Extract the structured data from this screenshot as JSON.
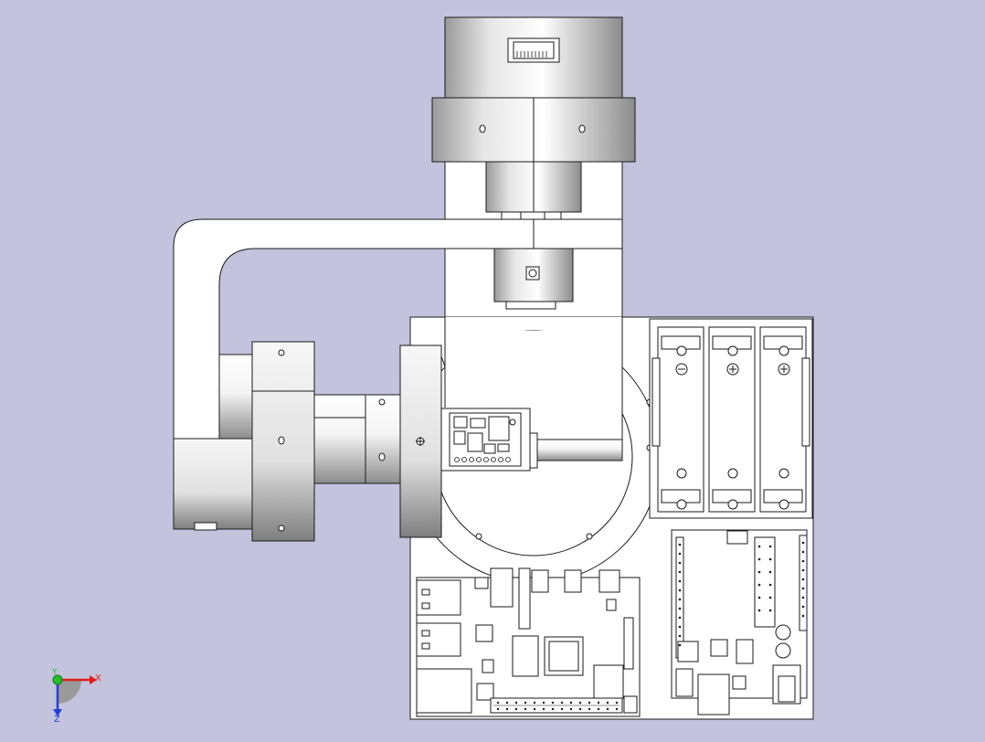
{
  "viewport": {
    "background_color": "#c3c3dd",
    "line_color": "#1a1a1a",
    "part_fill": "#ffffff",
    "shade_dark": "#8a8a8a"
  },
  "triad": {
    "x_label": "X",
    "y_label": "Y",
    "z_label": "Z",
    "x_color": "#e11b1b",
    "y_color": "#22c02a",
    "z_color": "#1f3fd8"
  }
}
